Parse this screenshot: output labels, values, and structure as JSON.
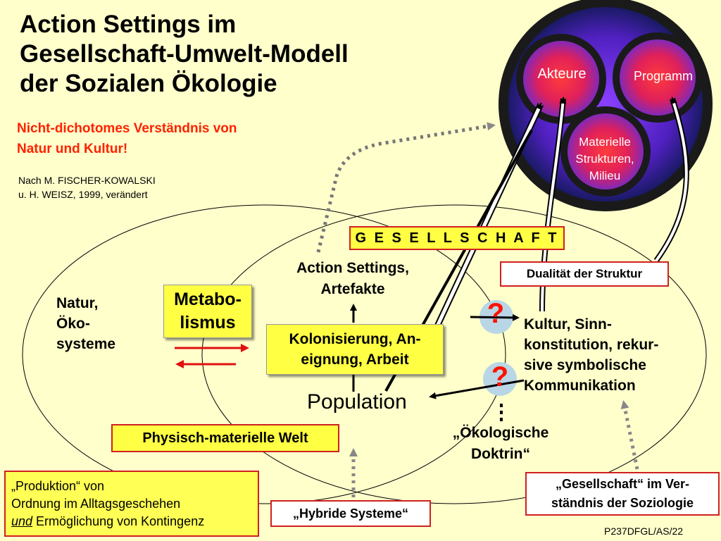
{
  "title": {
    "line1": "Action Settings im",
    "line2": "Gesellschaft-Umwelt-Modell",
    "line3": "der Sozialen Ökologie"
  },
  "subtitle": {
    "line1": "Nicht-dichotomes Verständnis von",
    "line2": "Natur und Kultur!"
  },
  "source": {
    "line1": "Nach M. FISCHER-KOWALSKI",
    "line2": "u. H. WEISZ, 1999, verändert"
  },
  "circle": {
    "akteure": "Akteure",
    "programm": "Programm",
    "materielle_line1": "Materielle",
    "materielle_line2": "Strukturen,",
    "materielle_line3": "Milieu"
  },
  "boxes": {
    "gesellschaft": "G E S E L L S C H A F T",
    "dualitaet": "Dualität der Struktur",
    "metabolismus_line1": "Metabo-",
    "metabolismus_line2": "lismus",
    "kolonisierung_line1": "Kolonisierung, An-",
    "kolonisierung_line2": "eignung, Arbeit",
    "physisch": "Physisch-materielle Welt",
    "produktion_line1": "„Produktion“ von",
    "produktion_line2": "Ordnung im Alltagsgeschehen",
    "produktion_line3_em": "und",
    "produktion_line3_rest": " Ermöglichung von Kontingenz",
    "hybride": "„Hybride Systeme“",
    "gesellschaft_verst_line1": "„Gesellschaft“ im Ver-",
    "gesellschaft_verst_line2": "ständnis der Soziologie"
  },
  "labels": {
    "natur_line1": "Natur,",
    "natur_line2": "Öko-",
    "natur_line3": "systeme",
    "action_line1": "Action Settings,",
    "action_line2": "Artefakte",
    "kultur_line1": "Kultur, Sinn-",
    "kultur_line2": "konstitution, rekur-",
    "kultur_line3": "sive symbolische",
    "kultur_line4": "Kommunikation",
    "population": "Population",
    "oekologische_line1": "„Ökologische",
    "oekologische_line2": "Doktrin“",
    "question1": "?",
    "question2": "?"
  },
  "footer": "P237DFGL/AS/22",
  "colors": {
    "background": "#ffffcc",
    "box_yellow": "#ffff44",
    "border_red": "#d02020",
    "subtitle_red": "#ff2200",
    "question_red": "#ff1100"
  }
}
